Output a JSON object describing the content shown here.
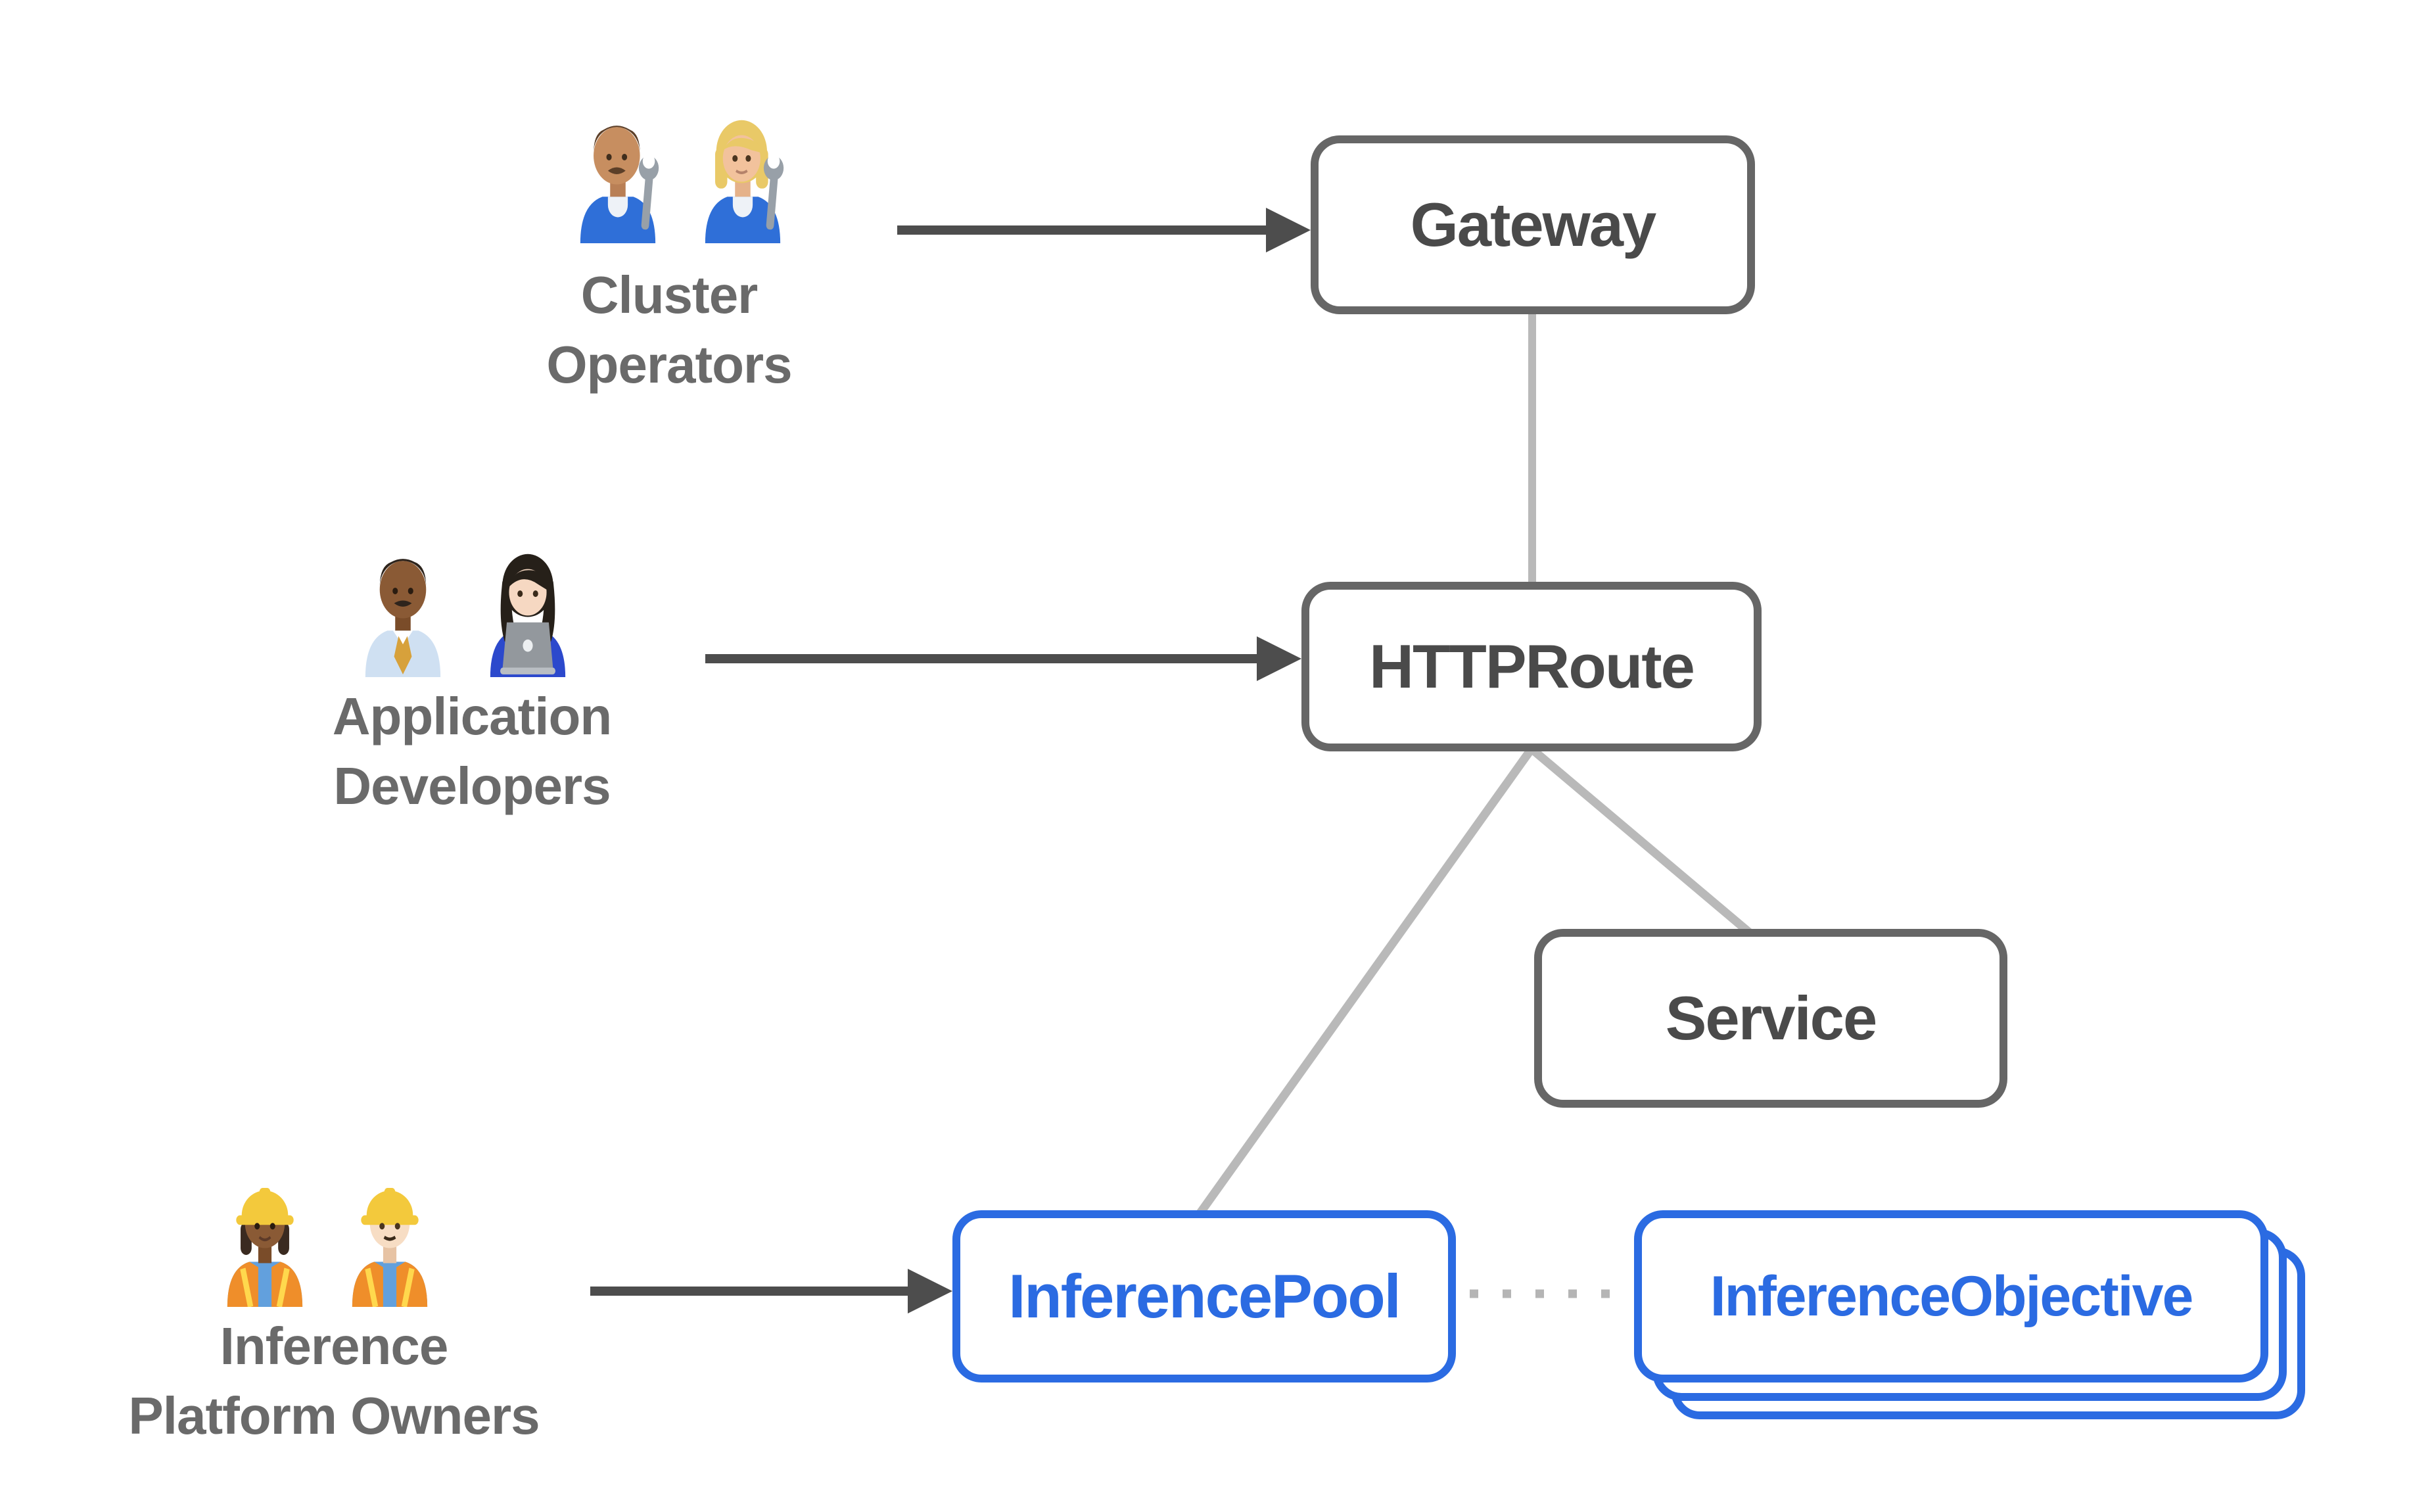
{
  "diagram": {
    "background": "#ffffff",
    "colors": {
      "node_border_gray": "#666666",
      "node_text_gray": "#4a4a4a",
      "node_blue": "#2b6be2",
      "actor_label_gray": "#6a6a6a",
      "connector_light_gray": "#b9b9b9",
      "arrow_dark_gray": "#4d4d4d",
      "dotted_gray": "#b5b5b5"
    },
    "actors": {
      "cluster_operators": {
        "line1": "Cluster",
        "line2": "Operators",
        "icons": [
          "man-mechanic-icon",
          "woman-mechanic-icon"
        ]
      },
      "application_developers": {
        "line1": "Application",
        "line2": "Developers",
        "icons": [
          "man-office-worker-icon",
          "woman-technologist-icon"
        ]
      },
      "inference_platform_owners": {
        "line1": "Inference",
        "line2": "Platform Owners",
        "icons": [
          "woman-construction-worker-icon",
          "man-construction-worker-icon"
        ]
      }
    },
    "nodes": {
      "gateway": {
        "label": "Gateway",
        "style": "gray"
      },
      "httproute": {
        "label": "HTTPRoute",
        "style": "gray"
      },
      "service": {
        "label": "Service",
        "style": "gray"
      },
      "inference_pool": {
        "label": "InferencePool",
        "style": "blue"
      },
      "inference_objective": {
        "label": "InferenceObjective",
        "style": "blue-stacked"
      }
    },
    "edges": [
      {
        "from": "cluster-operators",
        "to": "gateway",
        "type": "solid-arrow"
      },
      {
        "from": "application-developers",
        "to": "httproute",
        "type": "solid-arrow"
      },
      {
        "from": "inference-platform-owners",
        "to": "inference-pool",
        "type": "solid-arrow"
      },
      {
        "from": "gateway",
        "to": "httproute",
        "type": "plain-line"
      },
      {
        "from": "httproute",
        "to": "inference-pool",
        "type": "plain-line"
      },
      {
        "from": "httproute",
        "to": "service",
        "type": "plain-line"
      },
      {
        "from": "inference-pool",
        "to": "inference-objective",
        "type": "dotted-line"
      }
    ]
  }
}
